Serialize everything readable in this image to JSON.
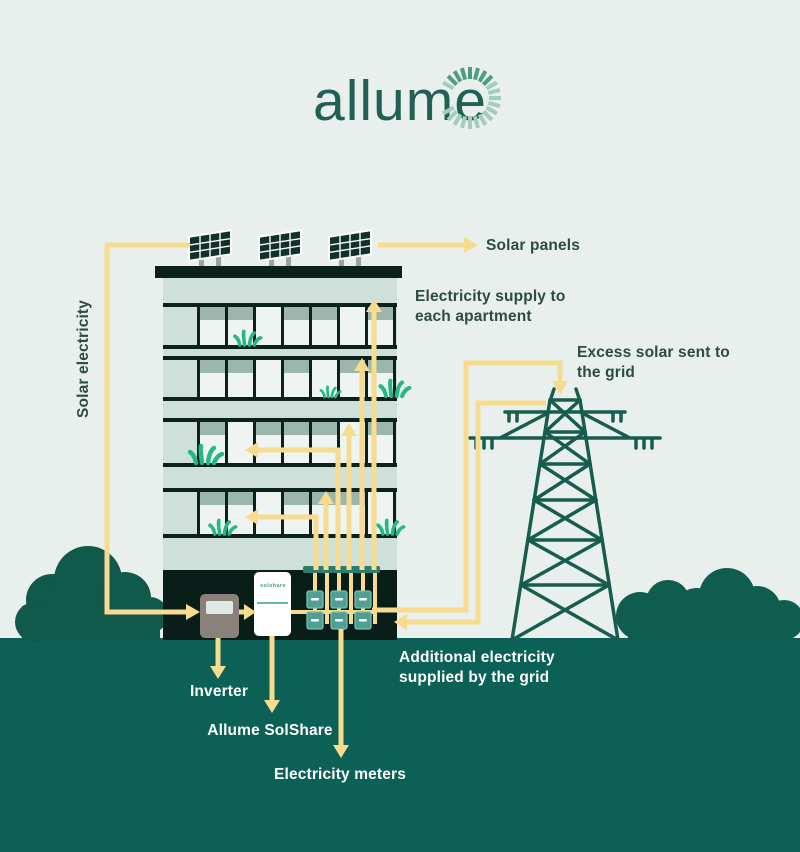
{
  "logo": {
    "text": "allume",
    "prefix": "allum",
    "e_char": "e",
    "icon": "sunburst-icon",
    "color": "#206153"
  },
  "labels": {
    "solar_electricity": "Solar electricity",
    "solar_panels": "Solar panels",
    "electricity_supply": "Electricity supply to each apartment",
    "excess_solar": "Excess solar sent to the grid",
    "additional_electricity": "Additional electricity supplied by the grid",
    "inverter": "Inverter",
    "allume_prefix": "Allume",
    "solshare_bold": "SolShare",
    "electricity_meters": "Electricity meters",
    "device_solshare": "solshare"
  },
  "diagram": {
    "flows": [
      {
        "from": "solar panels",
        "to": "inverter",
        "label": "Solar electricity"
      },
      {
        "from": "inverter",
        "to": "Allume SolShare",
        "label": ""
      },
      {
        "from": "Allume SolShare",
        "to": "apartments",
        "label": "Electricity supply to each apartment"
      },
      {
        "from": "building",
        "to": "grid",
        "label": "Excess solar sent to the grid"
      },
      {
        "from": "grid",
        "to": "building",
        "label": "Additional electricity supplied by the grid"
      }
    ],
    "components": [
      "Solar panels",
      "Inverter",
      "Allume SolShare",
      "Electricity meters",
      "Transmission tower"
    ]
  },
  "colors": {
    "background": "#E8EFEC",
    "ground": "#0C6156",
    "bush": "#10594B",
    "facade": "#CFDFDA",
    "structure_dark": "#0C211C",
    "base_dark": "#0A1E19",
    "accent_yellow": "#F7DC8F",
    "meter_teal": "#4FA092",
    "bus_teal": "#2C7D6D",
    "tower_green": "#175D4E",
    "plant_green": "#27B787",
    "text_dark": "#2D4B42",
    "text_light": "#FFFFFF",
    "logo_green": "#206153"
  }
}
